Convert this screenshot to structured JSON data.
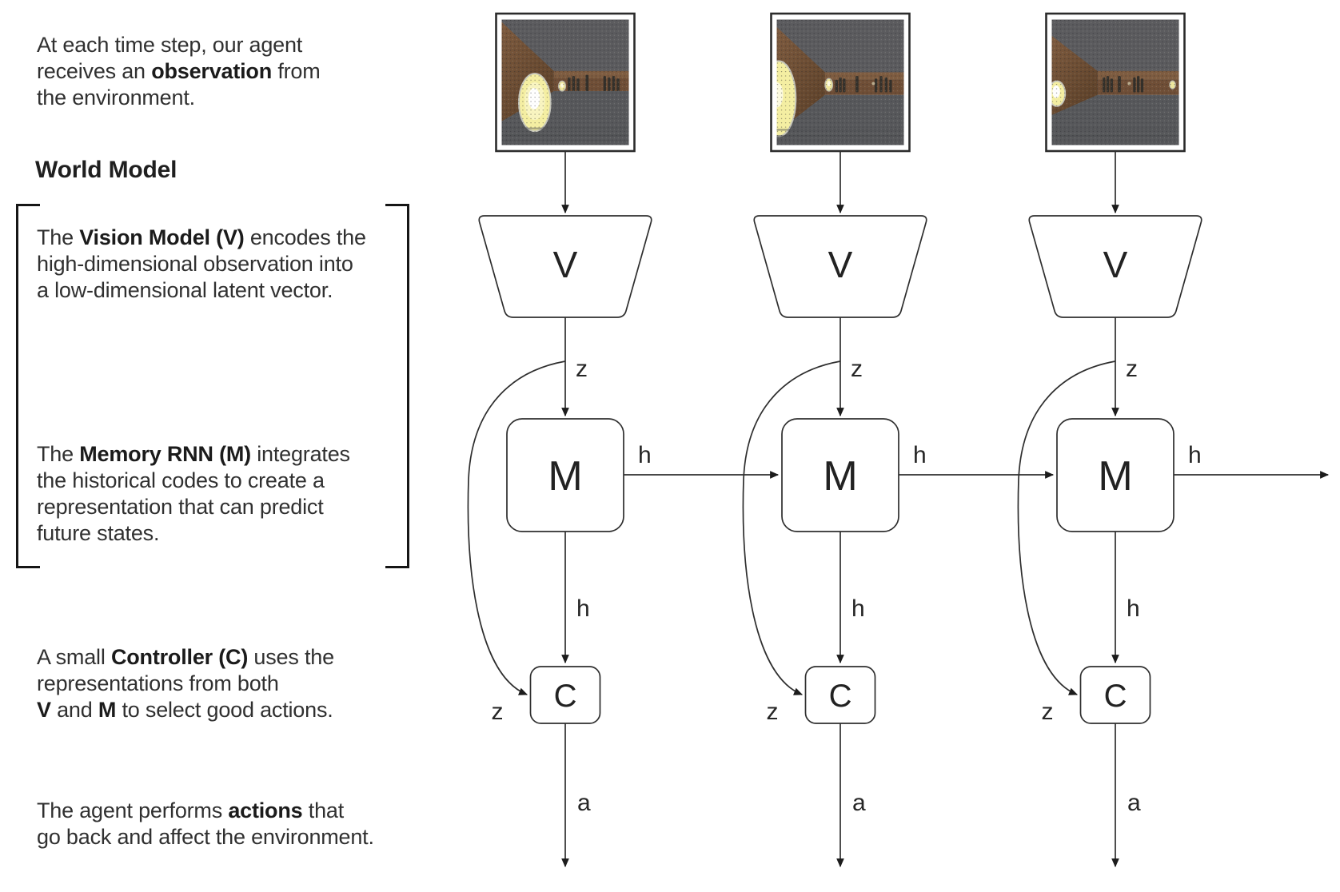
{
  "annotations": {
    "intro": {
      "lines": [
        [
          {
            "t": "At each time step, our agent"
          }
        ],
        [
          {
            "t": "receives an "
          },
          {
            "t": "observation",
            "b": true
          },
          {
            "t": " from"
          }
        ],
        [
          {
            "t": "the environment."
          }
        ]
      ]
    },
    "world_model_heading": "World Model",
    "vision": {
      "lines": [
        [
          {
            "t": "The "
          },
          {
            "t": "Vision Model (V)",
            "b": true
          },
          {
            "t": " encodes the"
          }
        ],
        [
          {
            "t": "high-dimensional observation into"
          }
        ],
        [
          {
            "t": "a low-dimensional latent vector."
          }
        ]
      ]
    },
    "memory": {
      "lines": [
        [
          {
            "t": "The "
          },
          {
            "t": "Memory RNN (M)",
            "b": true
          },
          {
            "t": " integrates"
          }
        ],
        [
          {
            "t": "the historical codes to create a"
          }
        ],
        [
          {
            "t": "representation that can predict"
          }
        ],
        [
          {
            "t": "future states."
          }
        ]
      ]
    },
    "controller": {
      "lines": [
        [
          {
            "t": "A small "
          },
          {
            "t": "Controller (C)",
            "b": true
          },
          {
            "t": " uses the"
          }
        ],
        [
          {
            "t": "representations from both"
          }
        ],
        [
          {
            "t": "V",
            "b": true
          },
          {
            "t": " and "
          },
          {
            "t": "M",
            "b": true
          },
          {
            "t": " to select good actions."
          }
        ]
      ]
    },
    "actions": {
      "lines": [
        [
          {
            "t": "The agent performs "
          },
          {
            "t": "actions",
            "b": true
          },
          {
            "t": " that"
          }
        ],
        [
          {
            "t": "go back and affect the environment."
          }
        ]
      ]
    }
  },
  "diagram": {
    "labels": {
      "vision": "V",
      "memory": "M",
      "controller": "C",
      "latent": "z",
      "hidden": "h",
      "action": "a"
    },
    "colors": {
      "ink": "#2e2e2e",
      "box_fill": "#ffffff",
      "scene_background": "#5b5b5e",
      "scene_wall_brown": "#6f4e36",
      "scene_fireball_yellow": "#f5efa2"
    }
  }
}
